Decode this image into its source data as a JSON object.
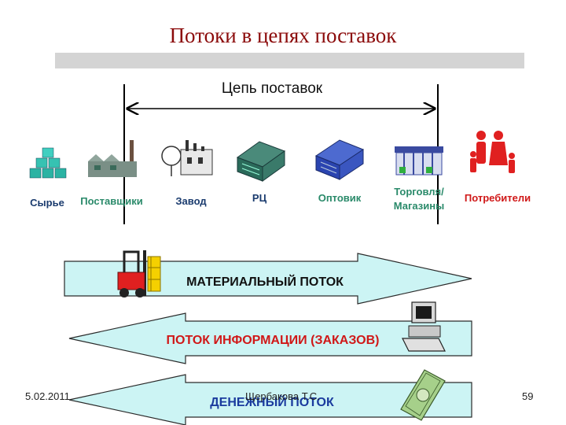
{
  "title": "Потоки в цепях поставок",
  "supply_chain_label": "Цепь поставок",
  "stages": [
    {
      "label": "Сырье",
      "color": "#1a3b6e",
      "icon": "raw-materials-icon"
    },
    {
      "label": "Поставщики",
      "color": "#2a8a6a",
      "icon": "supplier-factory-icon"
    },
    {
      "label": "Завод",
      "color": "#1a3b6e",
      "icon": "plant-icon"
    },
    {
      "label": "РЦ",
      "color": "#1a3b6e",
      "icon": "distribution-center-icon"
    },
    {
      "label": "Оптовик",
      "color": "#2a8a6a",
      "icon": "wholesaler-icon"
    },
    {
      "label": "Торговля/",
      "label2": "Магазины",
      "color": "#2a8a6a",
      "icon": "retail-store-icon"
    },
    {
      "label": "Потребители",
      "color": "#d01818",
      "icon": "consumers-icon"
    }
  ],
  "flows": {
    "material": "МАТЕРИАЛЬНЫЙ ПОТОК",
    "information": "ПОТОК ИНФОРМАЦИИ (ЗАКАЗОВ)",
    "money": "ДЕНЕЖНЫЙ ПОТОК"
  },
  "colors": {
    "arrow_fill": "#ccf4f4",
    "title": "#8b0a0a",
    "material_text": "#111111",
    "info_text": "#d01818",
    "money_text": "#1a3b9e"
  },
  "footer": {
    "date": "5.02.2011",
    "author": "Щербакова Т.С.",
    "page": "59"
  }
}
